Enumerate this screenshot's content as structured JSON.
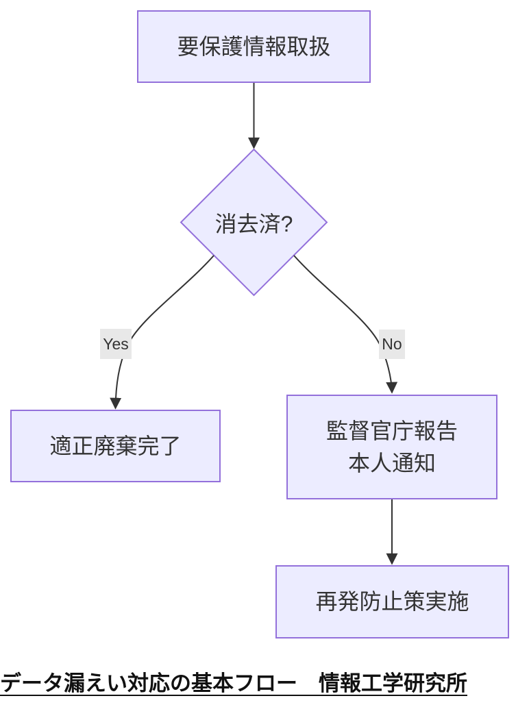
{
  "diagram": {
    "nodes": {
      "start": {
        "label": "要保護情報取扱",
        "shape": "rect"
      },
      "decision": {
        "label": "消去済?",
        "shape": "diamond"
      },
      "yes_outcome": {
        "label": "適正廃棄完了",
        "shape": "rect"
      },
      "no_outcome": {
        "label": "監督官庁報告\n本人通知",
        "shape": "rect"
      },
      "final": {
        "label": "再発防止策実施",
        "shape": "rect"
      }
    },
    "edges": [
      {
        "from": "start",
        "to": "decision",
        "label": ""
      },
      {
        "from": "decision",
        "to": "yes_outcome",
        "label": "Yes"
      },
      {
        "from": "decision",
        "to": "no_outcome",
        "label": "No"
      },
      {
        "from": "no_outcome",
        "to": "final",
        "label": ""
      }
    ],
    "edge_labels": {
      "yes": "Yes",
      "no": "No"
    }
  },
  "caption": {
    "text": "データ漏えい対応の基本フロー　情報工学研究所"
  },
  "colors": {
    "node_fill": "#ECECFF",
    "node_border": "#9370DB",
    "edge": "#333333",
    "edge_label_bg": "#E8E8E8",
    "text": "#333333",
    "caption": "#111111"
  }
}
